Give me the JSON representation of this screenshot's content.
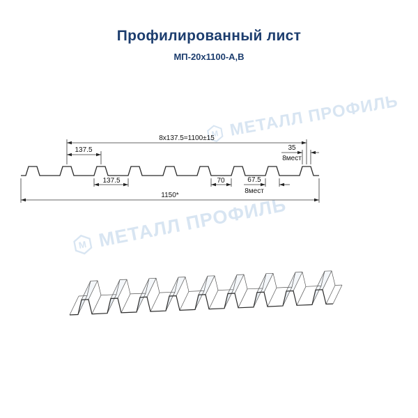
{
  "title": "Профилированный лист",
  "subtitle": "МП-20х1100-А,В",
  "colors": {
    "accent_navy": "#1c3d6e",
    "watermark_blue": "#d8e5f2",
    "line": "#2b2b2b"
  },
  "watermark": {
    "text": "МЕТАЛЛ ПРОФИЛЬ",
    "logo_letter": "М"
  },
  "diagram": {
    "dim_top_total": "8х137.5=1100±15",
    "dim_pitch_top": "137.5",
    "dim_rib_top_width": "35",
    "dim_rib_top_places": "8мест",
    "dim_pitch_bottom": "137.5",
    "dim_valley": "70",
    "dim_rib_bottom_width": "67.5",
    "dim_rib_bottom_places": "8мест",
    "dim_overall": "1150*"
  }
}
